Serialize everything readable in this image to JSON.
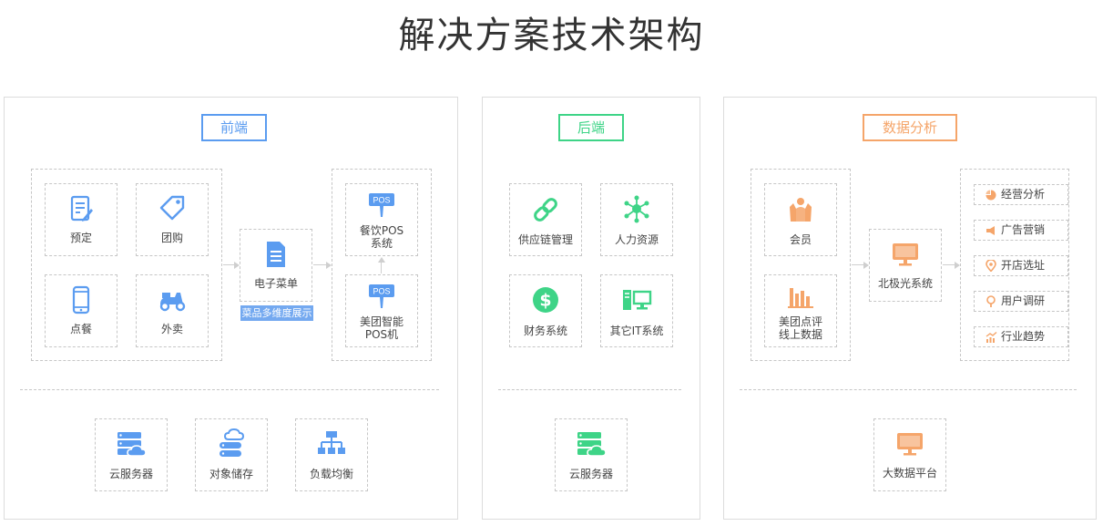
{
  "title": "解决方案技术架构",
  "colors": {
    "blue": "#5b9cf0",
    "green": "#3ed487",
    "orange": "#f5a56a"
  },
  "frontend": {
    "header": "前端",
    "items": {
      "reserve": "预定",
      "groupbuy": "团购",
      "order": "点餐",
      "takeout": "外卖",
      "menu": "电子菜单",
      "menu_tag": "菜品多维度展示",
      "pos_label": "POS",
      "pos_dining": "餐饮POS\n系统",
      "pos_meituan": "美团智能\nPOS机"
    },
    "infra": [
      "云服务器",
      "对象储存",
      "负载均衡"
    ]
  },
  "backend": {
    "header": "后端",
    "items": [
      "供应链管理",
      "人力资源",
      "财务系统",
      "其它IT系统"
    ],
    "infra": [
      "云服务器"
    ]
  },
  "analytics": {
    "header": "数据分析",
    "members": "会员",
    "reviews": "美团点评\n线上数据",
    "aurora": "北极光系统",
    "outputs": [
      "经营分析",
      "广告营销",
      "开店选址",
      "用户调研",
      "行业趋势"
    ],
    "platform": "大数据平台"
  }
}
